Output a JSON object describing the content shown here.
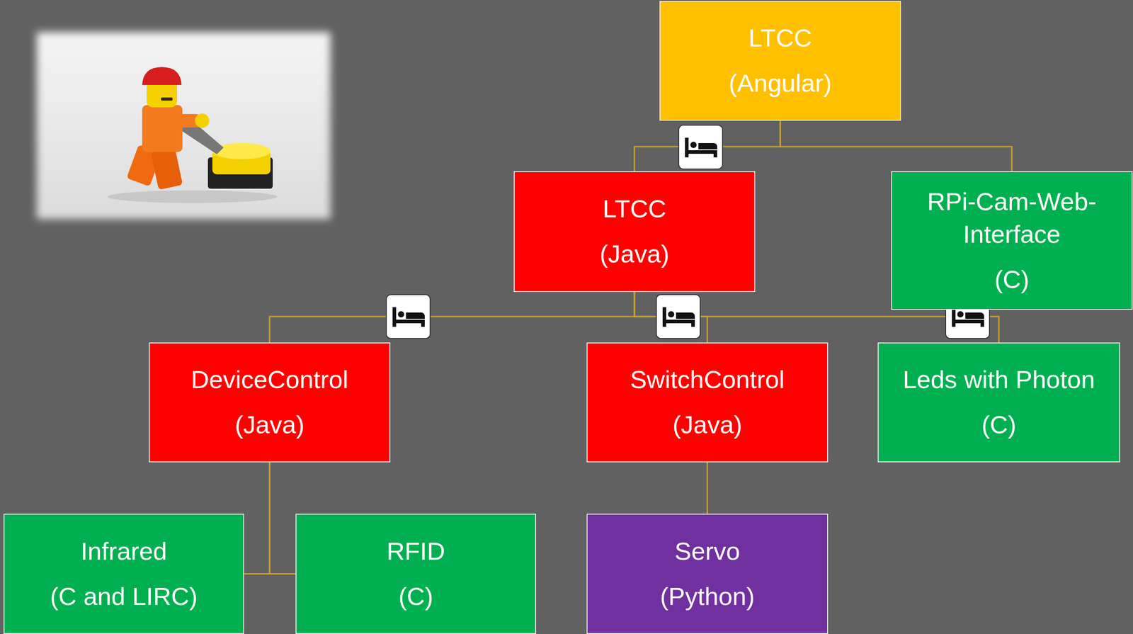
{
  "diagram": {
    "nodes": [
      {
        "text": [
          "LTCC",
          "(Angular)"
        ]
      },
      {
        "text": [
          "LTCC",
          "(Java)"
        ]
      },
      {
        "text": [
          "RPi-Cam-Web-Interface",
          "(C)"
        ]
      },
      {
        "text": [
          "DeviceControl",
          "(Java)"
        ]
      },
      {
        "text": [
          "SwitchControl",
          "(Java)"
        ]
      },
      {
        "text": [
          "Leds with Photon",
          "(C)"
        ]
      },
      {
        "text": [
          "Infrared",
          "(C and LIRC)"
        ]
      },
      {
        "text": [
          "RFID",
          "(C)"
        ]
      },
      {
        "text": [
          "Servo",
          "(Python)"
        ]
      }
    ],
    "edges": [
      {
        "from": 0,
        "to": 1,
        "arrow": "none"
      },
      {
        "from": 0,
        "to": 2,
        "arrow": "none"
      },
      {
        "from": 1,
        "to": 3,
        "arrow": "none"
      },
      {
        "from": 1,
        "to": 4,
        "arrow": "none"
      },
      {
        "from": 1,
        "to": 5,
        "arrow": "none"
      },
      {
        "from": 3,
        "to": 6,
        "arrow": "none"
      },
      {
        "from": 3,
        "to": 7,
        "arrow": "none"
      },
      {
        "from": 4,
        "to": 8,
        "arrow": "none"
      }
    ]
  }
}
